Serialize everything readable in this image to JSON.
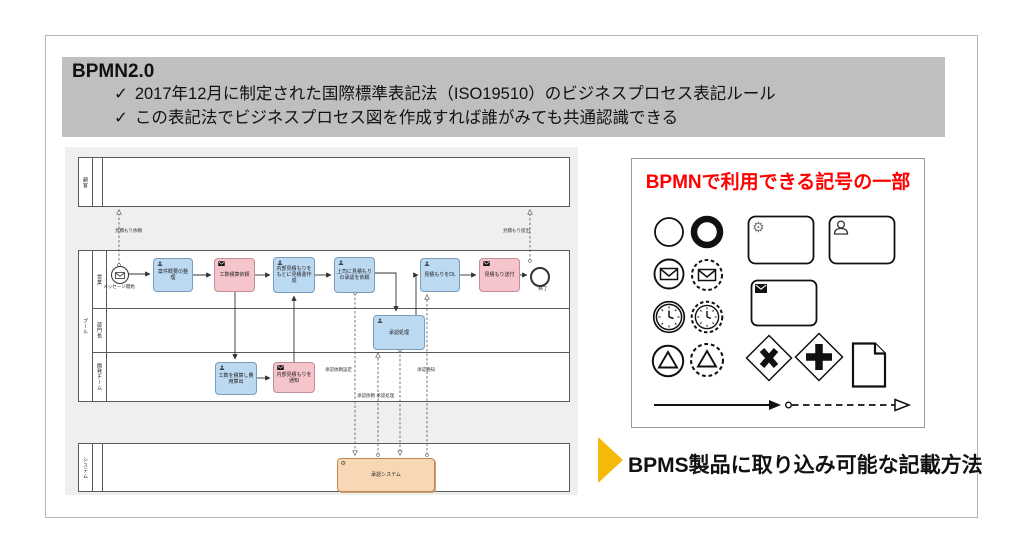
{
  "header": {
    "title": "BPMN2.0",
    "check": "✓",
    "bullet1": "2017年12月に制定された国際標準表記法（ISO19510）のビジネスプロセス表記ルール",
    "bullet2": "この表記法でビジネスプロセス図を作成すれば誰がみても共通認識できる"
  },
  "diagram": {
    "pool_customer_label": "顧客",
    "pool_main_label": "プール",
    "lane_sales": "営業",
    "lane_manager": "部門長",
    "lane_devteam": "開発チーム",
    "pool_system_label": "システム",
    "start_label": "メッセージ開始",
    "end_label": "終了",
    "task1": "案件概要の整理",
    "task2": "工数積算依頼",
    "task3": "内部見積もりをもとに見積書作成",
    "task4": "上司に見積もりの承認を依頼",
    "task5": "見積もりをDL",
    "task6": "見積もり送付",
    "task_approve": "承認処理",
    "task_estimate": "工数を積算し費用算出",
    "task_notify": "内部見積もりを通知",
    "task_system": "承認システム",
    "flow_request": "見積もり依頼",
    "flow_submit": "見積もり提出",
    "flow_approval_setting": "承認依頼設定",
    "flow_approval_notice": "承認通知",
    "flow_approval_pair": "承認依頼 承認処理"
  },
  "panel": {
    "title": "BPMNで利用できる記号の一部",
    "symbols": [
      "start-event-circle",
      "end-event-thick-circle",
      "service-task-gear",
      "user-task-person",
      "message-event-circle",
      "message-event-dashed-circle",
      "receive-task-envelope",
      "timer-event-circle",
      "timer-event-dashed-circle",
      "signal-event-circle",
      "signal-event-dashed-circle",
      "exclusive-gateway-x",
      "parallel-gateway-plus",
      "document-shape",
      "sequence-flow-arrow",
      "message-flow-dashed-arrow"
    ]
  },
  "footer": {
    "text": "BPMS製品に取り込み可能な記載方法"
  },
  "icons": {
    "user_task": "person-icon",
    "send_task": "envelope-icon",
    "service_task": "gear-icon",
    "message_start": "envelope-icon",
    "callout": "yellow-arrow-icon"
  },
  "colors": {
    "accent_red": "#ff0000",
    "header_gray": "#bfbfbf",
    "task_blue": "#bcd9f2",
    "task_pink": "#f6c4cb",
    "task_orange": "#f8d8b4",
    "arrow_yellow": "#f7b80c"
  }
}
